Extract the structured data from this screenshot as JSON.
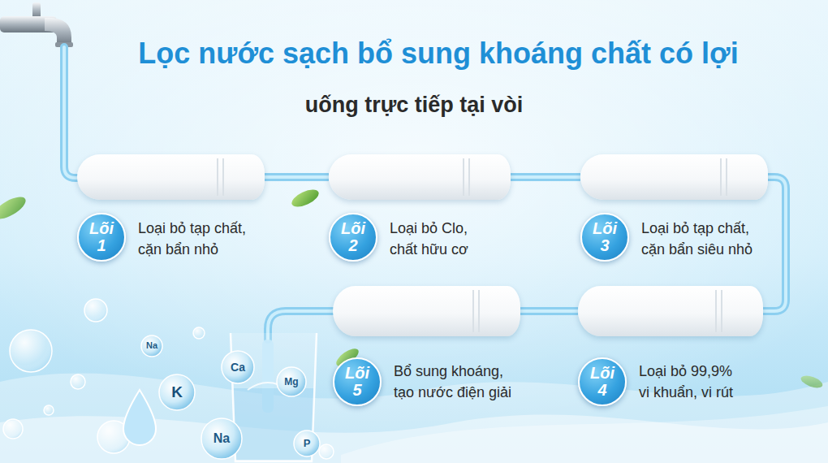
{
  "diagram": {
    "title": "Lọc nước sạch bổ sung khoáng chất có lợi",
    "nodes": [
      {
        "text": [
          "Lõi 1",
          "Loại bỏ tạp chất, cặn bẩn nhỏ"
        ]
      },
      {
        "text": [
          "Lõi 2",
          "Loại bỏ Clo, chất hữu cơ"
        ]
      },
      {
        "text": [
          "Lõi 3",
          "Loại bỏ tạp chất, cặn bẩn siêu nhỏ"
        ]
      },
      {
        "text": [
          "Lõi 4",
          "Loại bỏ 99,9% vi khuẩn, vi rút"
        ]
      },
      {
        "text": [
          "Lõi 5",
          "Bổ sung khoáng, tạo nước điện giải"
        ]
      }
    ],
    "edges": [
      {
        "from": 0,
        "to": 1,
        "arrow": "none"
      },
      {
        "from": 1,
        "to": 2,
        "arrow": "none"
      },
      {
        "from": 2,
        "to": 3,
        "arrow": "none"
      },
      {
        "from": 3,
        "to": 4,
        "arrow": "none"
      }
    ],
    "labels": [
      "uống trực tiếp tại vòi",
      "Na",
      "Ca",
      "K",
      "Mg",
      "Na",
      "P"
    ]
  }
}
